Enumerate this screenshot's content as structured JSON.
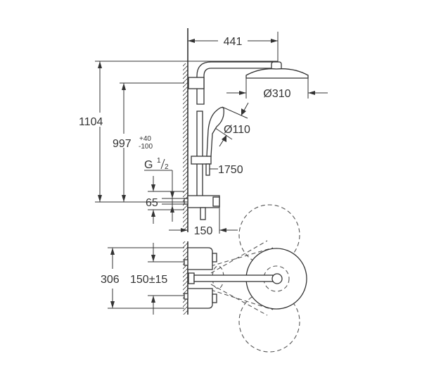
{
  "drawing": {
    "colors": {
      "line": "#333333",
      "background": "#ffffff"
    },
    "dimensions": {
      "arm_projection": "441",
      "head_diameter": "Ø310",
      "total_height": "1104",
      "outlet_height": "997",
      "outlet_tolerance_plus": "+40",
      "outlet_tolerance_minus": "-100",
      "connection_thread": "G",
      "connection_thread_num": "1",
      "connection_thread_den": "2",
      "hand_shower_diameter": "Ø110",
      "hose_length": "1750",
      "inlet_height": "65",
      "mixer_projection": "150",
      "plan_width": "306",
      "inlet_spacing": "150±15"
    }
  }
}
